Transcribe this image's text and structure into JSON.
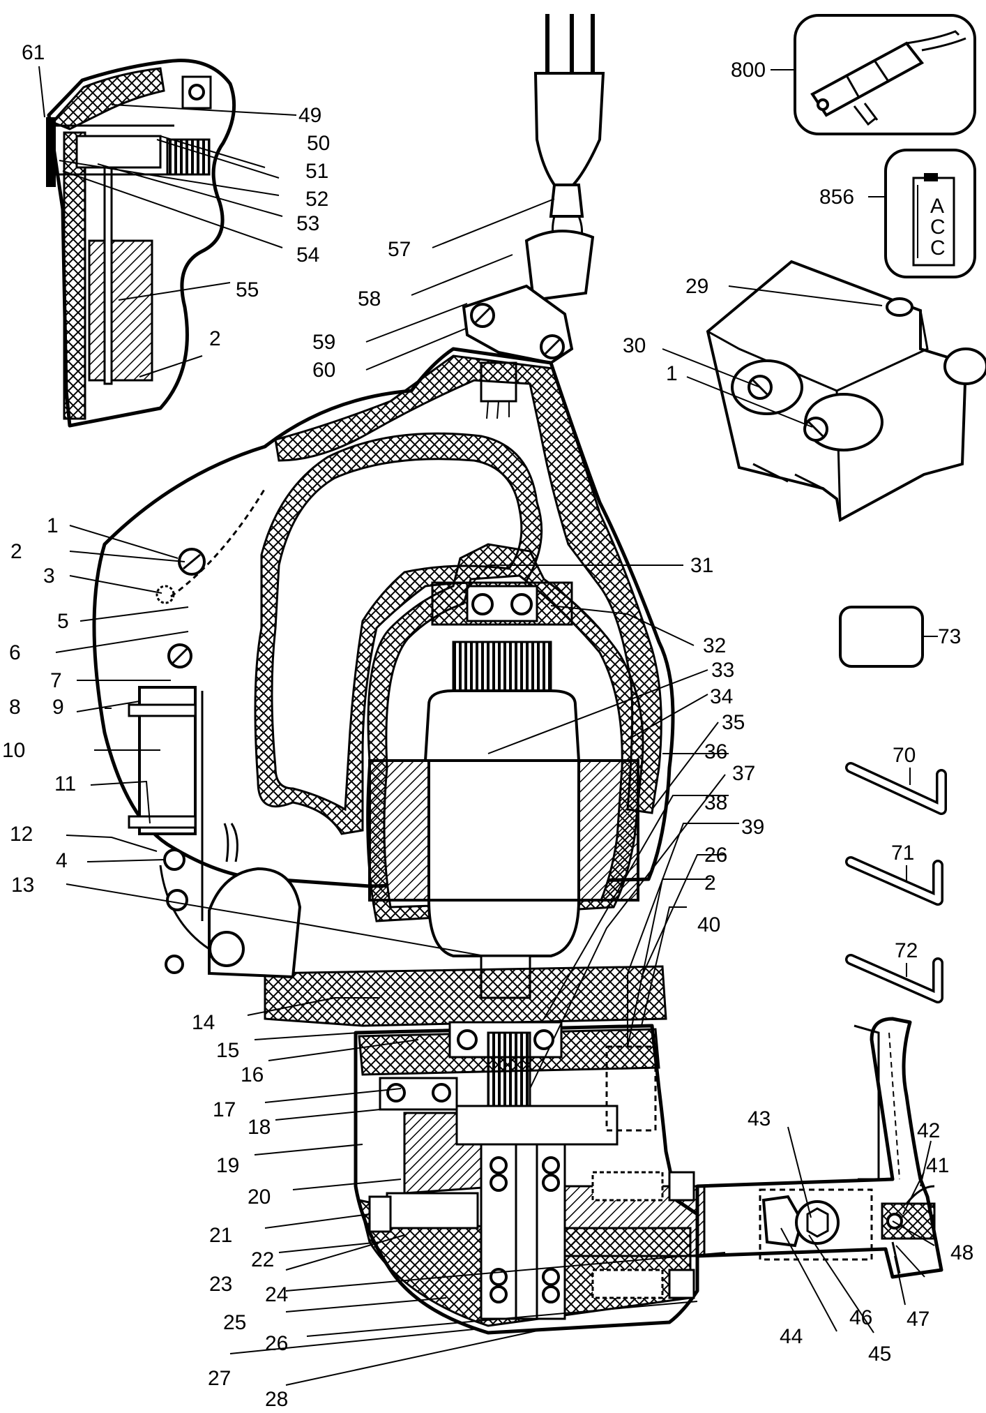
{
  "diagram": {
    "callouts": [
      "61",
      "49",
      "50",
      "51",
      "52",
      "53",
      "54",
      "55",
      "2",
      "57",
      "58",
      "59",
      "60",
      "800",
      "856",
      "29",
      "30",
      "1",
      "1",
      "2",
      "3",
      "5",
      "6",
      "7",
      "8",
      "9",
      "10",
      "11",
      "12",
      "4",
      "13",
      "31",
      "32",
      "33",
      "34",
      "35",
      "36",
      "37",
      "38",
      "39",
      "26",
      "2",
      "40",
      "14",
      "15",
      "16",
      "17",
      "18",
      "19",
      "20",
      "21",
      "22",
      "23",
      "24",
      "25",
      "26",
      "27",
      "28",
      "43",
      "42",
      "41",
      "48",
      "44",
      "45",
      "46",
      "47",
      "70",
      "71",
      "72",
      "73"
    ],
    "label_box_text": [
      "A",
      "C",
      "C"
    ]
  }
}
